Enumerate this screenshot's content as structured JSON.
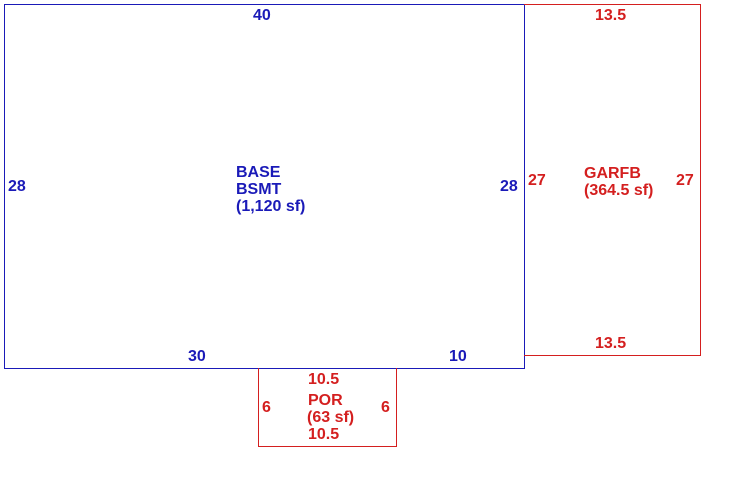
{
  "colors": {
    "base": "#1a1ab8",
    "addition": "#d41f1f"
  },
  "areas": {
    "base": {
      "code": "BASE",
      "subcode": "BSMT",
      "area_text": "(1,120 sf)",
      "dims": {
        "top": "40",
        "left": "28",
        "right": "28",
        "bottom_left": "30",
        "bottom_right": "10"
      }
    },
    "garage": {
      "code": "GARFB",
      "area_text": "(364.5 sf)",
      "dims": {
        "top": "13.5",
        "left": "27",
        "right": "27",
        "bottom": "13.5"
      }
    },
    "porch": {
      "code": "POR",
      "area_text": "(63 sf)",
      "dims": {
        "top": "10.5",
        "left": "6",
        "right": "6",
        "bottom": "10.5"
      }
    }
  }
}
